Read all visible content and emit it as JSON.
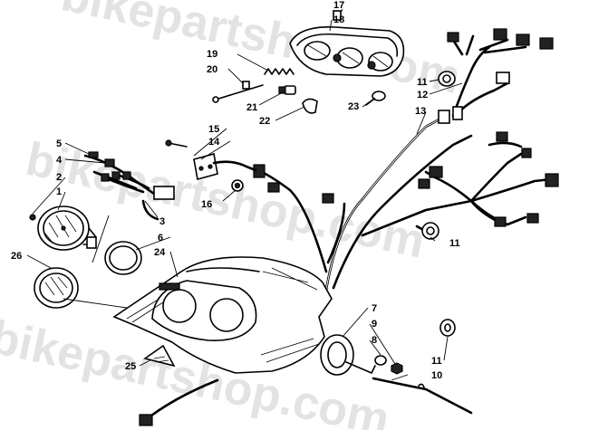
{
  "watermark": {
    "line1": "bikepartshop.com",
    "line2": "bikepartshop.com",
    "line3": "bikepartshop.com"
  },
  "callouts": [
    {
      "id": "1",
      "label": "1"
    },
    {
      "id": "2",
      "label": "2"
    },
    {
      "id": "3",
      "label": "3"
    },
    {
      "id": "4",
      "label": "4"
    },
    {
      "id": "5",
      "label": "5"
    },
    {
      "id": "6",
      "label": "6"
    },
    {
      "id": "7",
      "label": "7"
    },
    {
      "id": "8",
      "label": "8"
    },
    {
      "id": "9",
      "label": "9"
    },
    {
      "id": "10",
      "label": "10"
    },
    {
      "id": "11a",
      "label": "11"
    },
    {
      "id": "11b",
      "label": "11"
    },
    {
      "id": "11c",
      "label": "11"
    },
    {
      "id": "12",
      "label": "12"
    },
    {
      "id": "13",
      "label": "13"
    },
    {
      "id": "14",
      "label": "14"
    },
    {
      "id": "15",
      "label": "15"
    },
    {
      "id": "16",
      "label": "16"
    },
    {
      "id": "17",
      "label": "17"
    },
    {
      "id": "18",
      "label": "18"
    },
    {
      "id": "19",
      "label": "19"
    },
    {
      "id": "20",
      "label": "20"
    },
    {
      "id": "21",
      "label": "21"
    },
    {
      "id": "22",
      "label": "22"
    },
    {
      "id": "23",
      "label": "23"
    },
    {
      "id": "24",
      "label": "24"
    },
    {
      "id": "25",
      "label": "25"
    },
    {
      "id": "26",
      "label": "26"
    }
  ]
}
